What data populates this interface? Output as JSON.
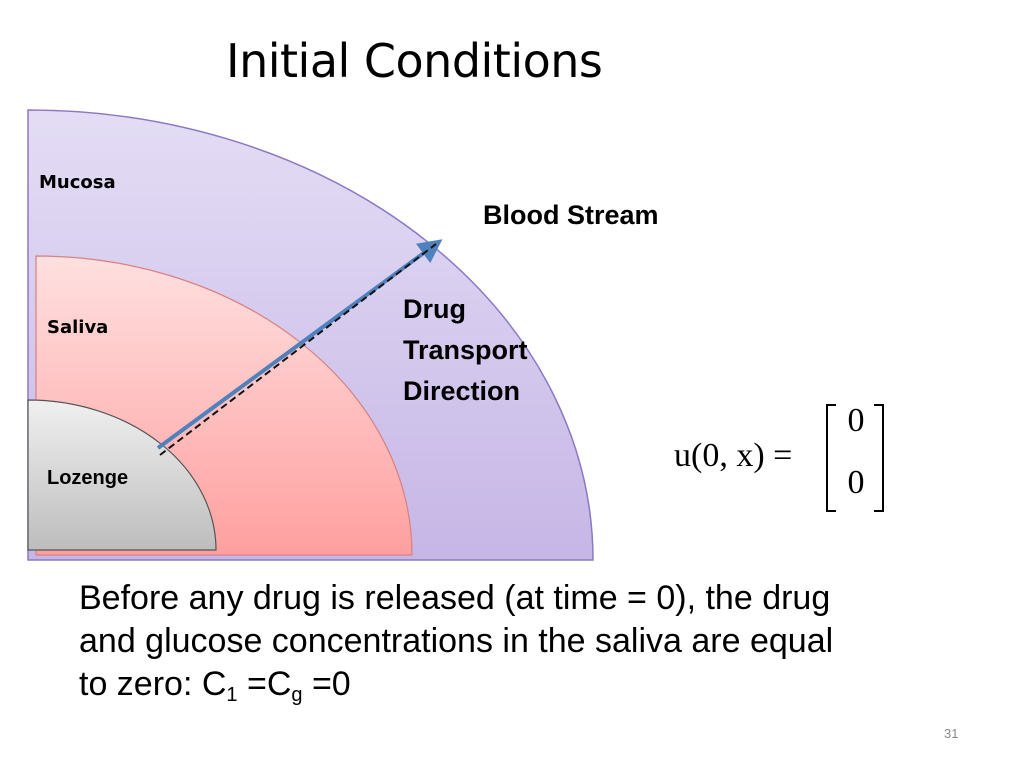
{
  "slide": {
    "title": "Initial Conditions",
    "page_number": "31"
  },
  "diagram": {
    "layers": {
      "mucosa": "Mucosa",
      "saliva": "Saliva",
      "lozenge": "Lozenge"
    },
    "blood_stream": "Blood Stream",
    "transport_direction": [
      "Drug",
      "Transport",
      "Direction"
    ],
    "colors": {
      "mucosa_fill": "#d9d0f0",
      "saliva_fill": "#ffb3b3",
      "lozenge_fill": "#d8d8d8",
      "arrow": "#4f81bd"
    }
  },
  "equation": {
    "lhs": "u(0, x) =",
    "matrix": [
      "0",
      "0"
    ]
  },
  "body": {
    "line1": "Before any drug is released (at time = 0), the drug",
    "line2": "and glucose concentrations in the saliva are equal",
    "line3_prefix": "to zero: C",
    "sub1": "1",
    "eq1": " =C",
    "sub2": "g",
    "eq2": " =0"
  }
}
